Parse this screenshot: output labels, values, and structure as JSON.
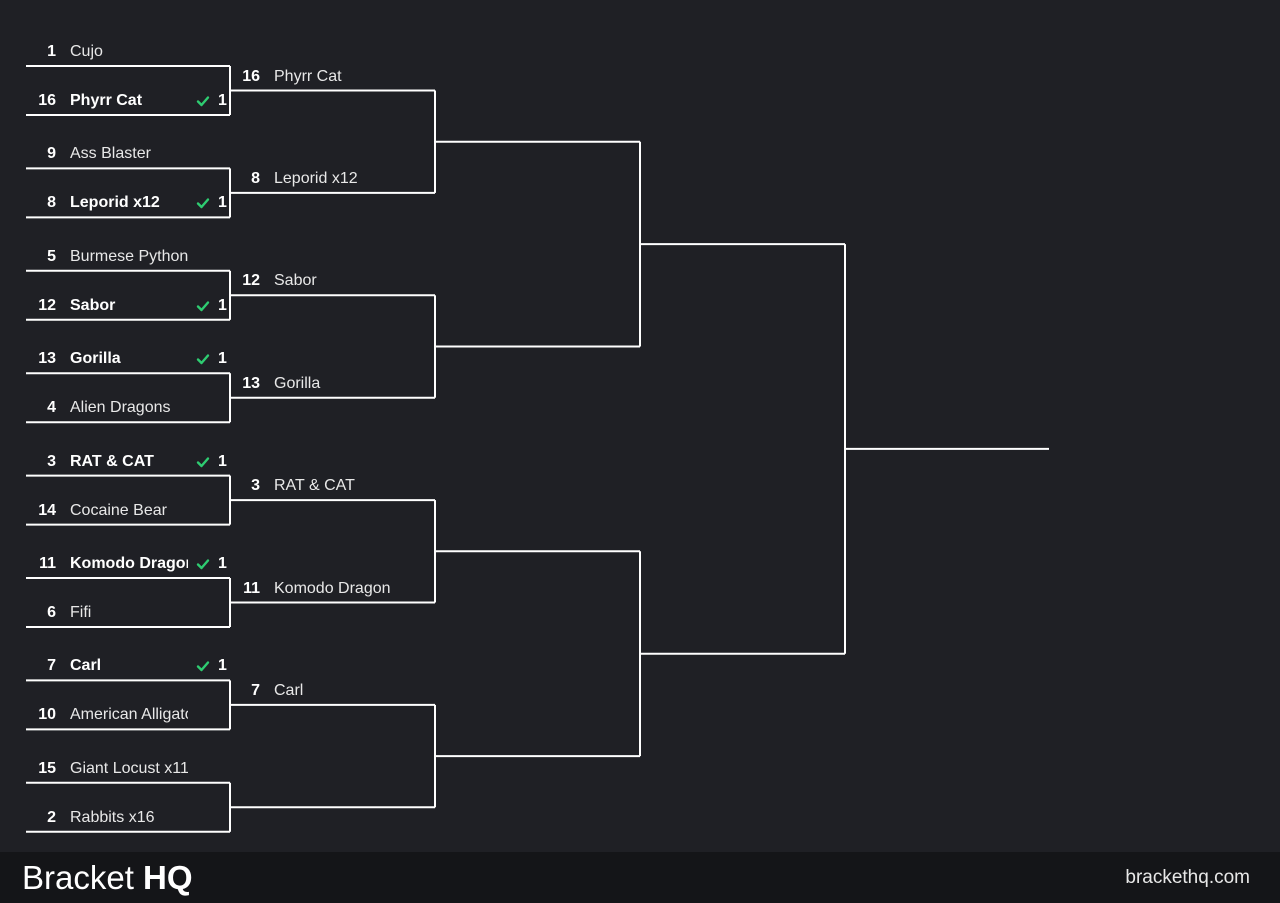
{
  "bracket": {
    "line_color": "#ffffff",
    "check_color": "#2ecc71",
    "round1": [
      {
        "top": {
          "seed": "1",
          "name": "Cujo",
          "score": "",
          "won": false
        },
        "bottom": {
          "seed": "16",
          "name": "Phyrr Cat",
          "score": "1",
          "won": true
        }
      },
      {
        "top": {
          "seed": "9",
          "name": "Ass Blaster",
          "score": "",
          "won": false
        },
        "bottom": {
          "seed": "8",
          "name": "Leporid x12",
          "score": "1",
          "won": true
        }
      },
      {
        "top": {
          "seed": "5",
          "name": "Burmese Python",
          "score": "",
          "won": false
        },
        "bottom": {
          "seed": "12",
          "name": "Sabor",
          "score": "1",
          "won": true
        }
      },
      {
        "top": {
          "seed": "13",
          "name": "Gorilla",
          "score": "1",
          "won": true
        },
        "bottom": {
          "seed": "4",
          "name": "Alien Dragons",
          "score": "",
          "won": false
        }
      },
      {
        "top": {
          "seed": "3",
          "name": "RAT & CAT",
          "score": "1",
          "won": true
        },
        "bottom": {
          "seed": "14",
          "name": "Cocaine Bear",
          "score": "",
          "won": false
        }
      },
      {
        "top": {
          "seed": "11",
          "name": "Komodo Dragon",
          "score": "1",
          "won": true
        },
        "bottom": {
          "seed": "6",
          "name": "Fifi",
          "score": "",
          "won": false
        }
      },
      {
        "top": {
          "seed": "7",
          "name": "Carl",
          "score": "1",
          "won": true
        },
        "bottom": {
          "seed": "10",
          "name": "American Alligator",
          "score": "",
          "won": false
        }
      },
      {
        "top": {
          "seed": "15",
          "name": "Giant Locust x11",
          "score": "",
          "won": false
        },
        "bottom": {
          "seed": "2",
          "name": "Rabbits x16",
          "score": "",
          "won": false
        }
      }
    ],
    "round2": [
      {
        "top": {
          "seed": "16",
          "name": "Phyrr Cat"
        },
        "bottom": {
          "seed": "8",
          "name": "Leporid x12"
        }
      },
      {
        "top": {
          "seed": "12",
          "name": "Sabor"
        },
        "bottom": {
          "seed": "13",
          "name": "Gorilla"
        }
      },
      {
        "top": {
          "seed": "3",
          "name": "RAT & CAT"
        },
        "bottom": {
          "seed": "11",
          "name": "Komodo Dragon"
        }
      },
      {
        "top": {
          "seed": "7",
          "name": "Carl"
        },
        "bottom": {
          "seed": "",
          "name": ""
        }
      }
    ]
  },
  "footer": {
    "brand_light": "Bracket",
    "brand_bold": "HQ",
    "site": "brackethq.com"
  }
}
